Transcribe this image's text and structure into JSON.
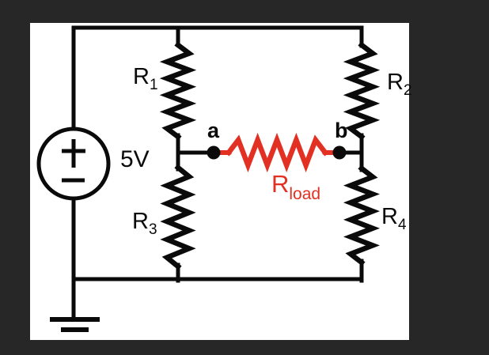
{
  "colors": {
    "bg": "#272727",
    "panel": "#ffffff",
    "ink": "#0a0a0a",
    "red": "#e23022"
  },
  "source": {
    "voltage": "5V",
    "plus": "+",
    "minus": "−"
  },
  "nodes": {
    "a": "a",
    "b": "b"
  },
  "resistors": {
    "r1": {
      "base": "R",
      "sub": "1"
    },
    "r2": {
      "base": "R",
      "sub": "2"
    },
    "r3": {
      "base": "R",
      "sub": "3"
    },
    "r4": {
      "base": "R",
      "sub": "4"
    },
    "load": {
      "base": "R",
      "sub": "load"
    }
  }
}
